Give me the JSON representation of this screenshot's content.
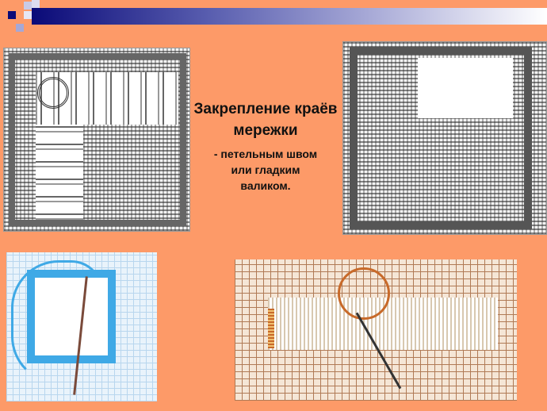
{
  "slide": {
    "title": "Закрепление краёв мережки",
    "subtitle_line1": "- петельным швом",
    "subtitle_line2": "или гладким",
    "subtitle_line3": "валиком."
  },
  "colors": {
    "background": "#fd9a68",
    "header_dark": "#0a0a78",
    "accent_blue": "#3fa9e6",
    "thread_brown": "#c86a2a"
  }
}
